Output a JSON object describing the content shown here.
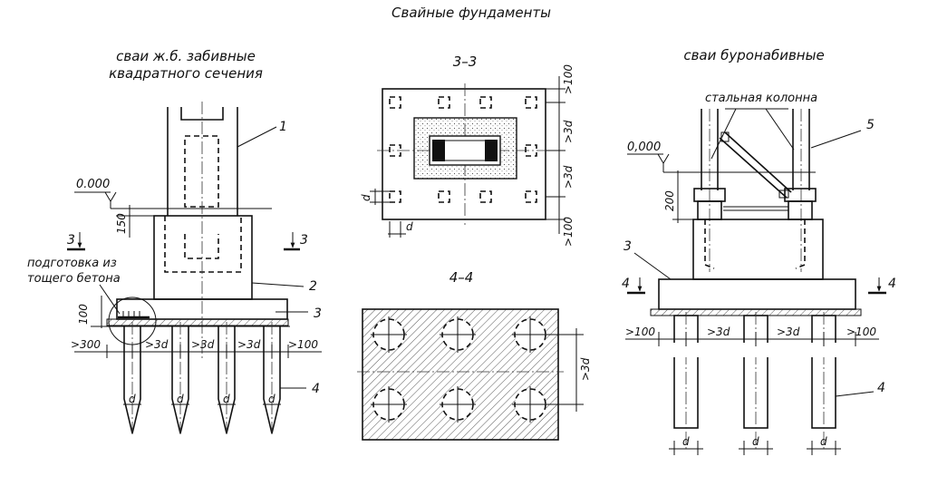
{
  "title": "Свайные фундаменты",
  "left": {
    "heading_line1": "сваи ж.б. забивные",
    "heading_line2": "квадратного сечения",
    "level": "0.000",
    "dim_150": "150",
    "dim_100": "100",
    "section_mark": "3",
    "prep_line1": "подготовка из",
    "prep_line2": "тощего бетона",
    "dim_300": ">300",
    "dim_3d": ">3d",
    "dim_100b": ">100",
    "dim_d": "d",
    "callouts": [
      "1",
      "2",
      "3",
      "4"
    ]
  },
  "middle": {
    "section_33": "3–3",
    "section_44": "4–4",
    "dim_100": ">100",
    "dim_3d": ">3d",
    "dim_d": "d"
  },
  "right": {
    "heading": "сваи буронабивные",
    "steel_column": "стальная колонна",
    "level": "0,000",
    "dim_200": "200",
    "section_mark": "4",
    "dim_100": ">100",
    "dim_3d": ">3d",
    "dim_d": "d",
    "callouts": [
      "3",
      "4",
      "5"
    ]
  }
}
